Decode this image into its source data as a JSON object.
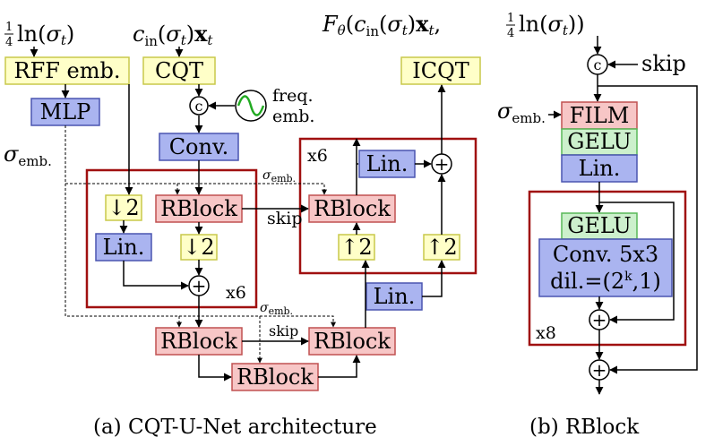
{
  "inputs": {
    "log_sigma": "¼ln(σ_t)",
    "cin_x": "c_in(σ_t)x_t",
    "output": "F_θ(c_in(σ_t)x_t, ¼ln(σ_t))"
  },
  "blocks": {
    "rff": "RFF emb.",
    "cqt": "CQT",
    "mlp": "MLP",
    "conv": "Conv.",
    "icqt": "ICQT",
    "rblock": "RBlock",
    "lin": "Lin.",
    "down": "2",
    "up": "2",
    "film": "FILM",
    "gelu": "GELU",
    "conv53": "Conv. 5x3",
    "dil": "dil.=(2",
    "dil_k": "k",
    "dil_end": ",1)"
  },
  "labels": {
    "freq_emb_1": "freq.",
    "freq_emb_2": "emb.",
    "sigma_emb": "σ",
    "emb_sub": "emb.",
    "skip": "skip",
    "x6": "x6",
    "x8": "x8",
    "concat": "c",
    "plus": "+"
  },
  "captions": {
    "a": "(a) CQT-U-Net architecture",
    "b": "(b) RBlock"
  }
}
